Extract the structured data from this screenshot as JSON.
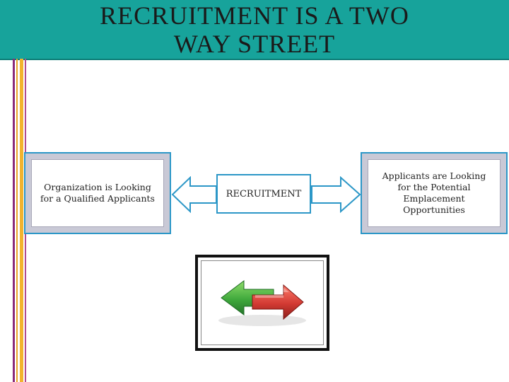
{
  "title": {
    "line1": "RECRUITMENT IS A TWO",
    "line2": "WAY STREET"
  },
  "diagram": {
    "left_box": [
      "Organization is Looking",
      "for a Qualified Applicants"
    ],
    "center_box": "RECRUITMENT",
    "right_box": [
      "Applicants are Looking",
      "for the Potential",
      "Emplacement",
      "Opportunities"
    ],
    "image_icon": "two-way-arrows-icon",
    "colors": {
      "header": "#17a39b",
      "border": "#2c97c7",
      "green_arrow": "#3fa83c",
      "red_arrow": "#d23a33"
    }
  }
}
